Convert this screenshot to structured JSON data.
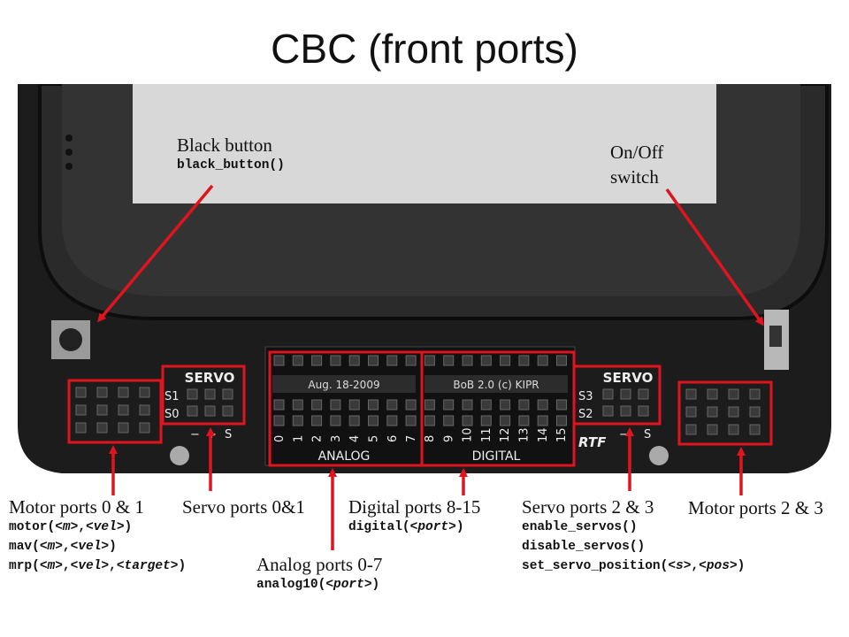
{
  "title": "CBC (front ports)",
  "board": {
    "servo_left": "SERVO",
    "servo_right": "SERVO",
    "s0": "S0",
    "s1": "S1",
    "s2": "S2",
    "s3": "S3",
    "analog_strip": "Aug. 18-2009",
    "digital_strip": "BoB 2.0 (c) KIPR",
    "analog": "ANALOG",
    "digital": "DIGITAL",
    "analog_nums": [
      "0",
      "1",
      "2",
      "3",
      "4",
      "5",
      "6",
      "7"
    ],
    "digital_nums": [
      "8",
      "9",
      "10",
      "11",
      "12",
      "13",
      "14",
      "15"
    ],
    "rtf": "RTF",
    "minus_left": "−",
    "plus_left": "+",
    "s_left": "S",
    "minus_right": "−",
    "s_right": "S"
  },
  "labels": {
    "black_button": {
      "title": "Black button",
      "code": [
        "black_button()"
      ]
    },
    "on_off": {
      "title_lines": [
        "On/Off",
        "switch"
      ]
    },
    "motor01": {
      "title": "Motor ports 0 & 1",
      "code": [
        [
          "motor(",
          "<m>",
          ",",
          "<vel>",
          ")"
        ],
        [
          "mav(",
          "<m>",
          ",",
          "<vel>",
          ")"
        ],
        [
          "mrp(",
          "<m>",
          ",",
          "<vel>",
          ",",
          "<target>",
          ")"
        ]
      ]
    },
    "servo01": {
      "title": "Servo ports 0&1"
    },
    "analog": {
      "title": "Analog ports 0-7",
      "code": [
        [
          "analog10(",
          "<port>",
          ")"
        ]
      ]
    },
    "digital": {
      "title": "Digital ports 8-15",
      "code": [
        [
          "digital(",
          "<port>",
          ")"
        ]
      ]
    },
    "servo23": {
      "title": "Servo ports 2 & 3",
      "code": [
        [
          "enable_servos()"
        ],
        [
          "disable_servos()"
        ],
        [
          "set_servo_position(",
          "<s>",
          ",",
          "<pos>",
          ")"
        ]
      ]
    },
    "motor23": {
      "title": "Motor ports 2 & 3"
    }
  },
  "colors": {
    "accent": "#e0141e",
    "board": "#1c1c1c",
    "screen": "#d8d8d8"
  }
}
